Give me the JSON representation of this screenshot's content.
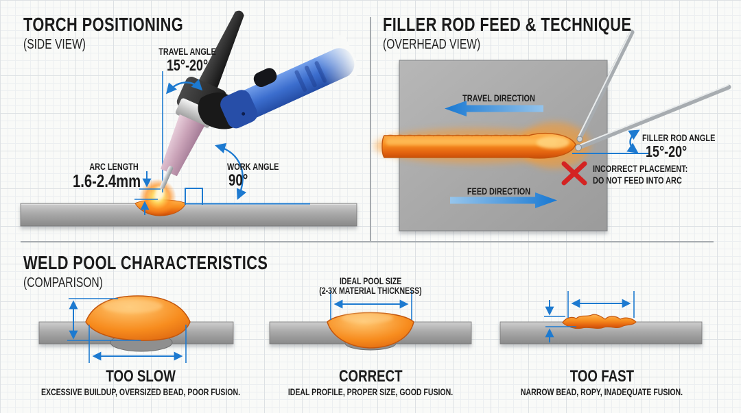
{
  "colors": {
    "accent_blue": "#1d7ad0",
    "bead_orange": "#f78c1e",
    "error_red": "#d42322",
    "plate_gray": "#a6a6a6",
    "torch_handle_blue": "#3b6dcd",
    "nozzle_pink": "#c9a2b7",
    "background": "#f9faf8",
    "text": "#1b1b1b"
  },
  "panels": {
    "torch": {
      "title": "TORCH POSITIONING",
      "subtitle": "(SIDE VIEW)",
      "annotations": {
        "travel_angle_label": "TRAVEL ANGLE",
        "travel_angle_value": "15°-20°",
        "arc_length_label": "ARC LENGTH",
        "arc_length_value": "1.6-2.4mm",
        "work_angle_label": "WORK ANGLE",
        "work_angle_value": "90°"
      }
    },
    "filler": {
      "title": "FILLER ROD FEED & TECHNIQUE",
      "subtitle": "(OVERHEAD VIEW)",
      "annotations": {
        "travel_direction": "TRAVEL DIRECTION",
        "feed_direction": "FEED DIRECTION",
        "filler_rod_angle_label": "FILLER ROD ANGLE",
        "filler_rod_angle_value": "15°-20°",
        "incorrect_line1": "INCORRECT PLACEMENT:",
        "incorrect_line2": "DO NOT FEED INTO ARC"
      }
    },
    "comparison": {
      "title": "WELD POOL CHARACTERISTICS",
      "subtitle": "(COMPARISON)",
      "ideal_pool_label": "IDEAL POOL SIZE",
      "ideal_pool_sub": "(2-3X MATERIAL THICKNESS)",
      "items": [
        {
          "verdict": "TOO SLOW",
          "caption": "EXCESSIVE BUILDUP, OVERSIZED BEAD, POOR FUSION."
        },
        {
          "verdict": "CORRECT",
          "caption": "IDEAL PROFILE, PROPER SIZE, GOOD FUSION."
        },
        {
          "verdict": "TOO FAST",
          "caption": "NARROW BEAD, ROPY, INADEQUATE FUSION."
        }
      ]
    }
  }
}
